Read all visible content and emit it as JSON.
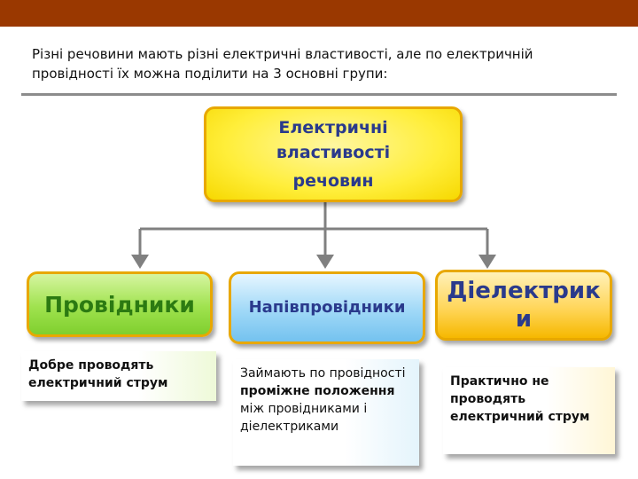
{
  "intro_text": "Різні речовини мають різні електричні властивості, але по електричній провідності їх можна поділити на 3 основні групи:",
  "root": {
    "line1": "Електричні",
    "line2": "властивості",
    "line3": "речовин"
  },
  "groups": {
    "conductors": "Провідники",
    "semiconductors": "Напівпровідники",
    "dielectrics": "Діелектрики"
  },
  "descriptions": {
    "conductors": "Добре проводять електричний струм",
    "semiconductors": {
      "part1": "Займають по провідності ",
      "bold": "проміжне положення",
      "part2": " між провідниками і діелектриками"
    },
    "dielectrics": "Практично не проводять електричний струм"
  },
  "colors": {
    "top_bar": "#9a3800",
    "root_fill": "#ffee3a",
    "conductors_fill": "#9fe24e",
    "semiconductors_fill": "#9fd8f7",
    "dielectrics_fill": "#ffd65a",
    "connector": "#808080"
  }
}
